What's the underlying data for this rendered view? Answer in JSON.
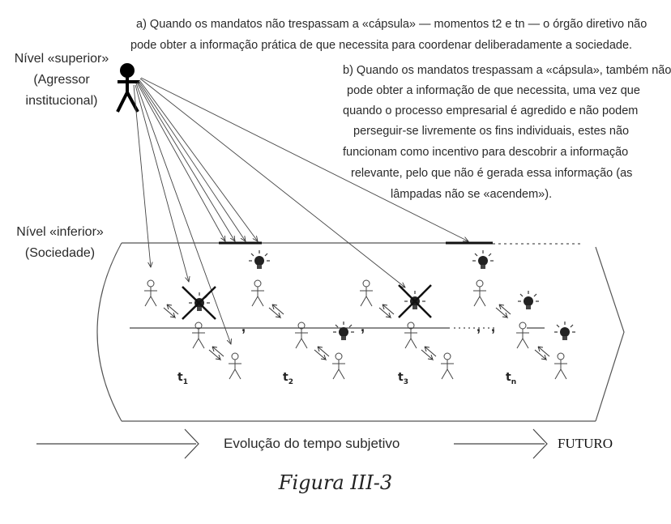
{
  "note_a": {
    "line1": "a) Quando os mandatos não trespassam a «cápsula» — momentos t2 e tn — o órgão diretivo não",
    "line2": "pode obter a informação prática de que necessita para coordenar deliberadamente a sociedade."
  },
  "note_b": [
    "b) Quando os mandatos trespassam a «cápsula», também não",
    "pode obter a informação de que necessita, uma vez que",
    "quando o processo empresarial é agredido e não podem",
    "perseguir-se livremente os fins individuais, estes não",
    "funcionam como incentivo para descobrir a informação",
    "relevante, pelo que não é gerada essa informação (as",
    "lâmpadas não se «acendem»)."
  ],
  "upper_level": {
    "line1": "Nível «superior»",
    "line2": "(Agressor",
    "line3": "institucional)"
  },
  "lower_level": {
    "line1": "Nível «inferior»",
    "line2": "(Sociedade)"
  },
  "time_labels": [
    {
      "base": "t",
      "sub": "1"
    },
    {
      "base": "t",
      "sub": "2"
    },
    {
      "base": "t",
      "sub": "3"
    },
    {
      "base": "t",
      "sub": "n"
    }
  ],
  "time_arrow_label": "Evolução do tempo subjetivo",
  "future_label": "FUTURO",
  "caption": "Figura III-3"
}
